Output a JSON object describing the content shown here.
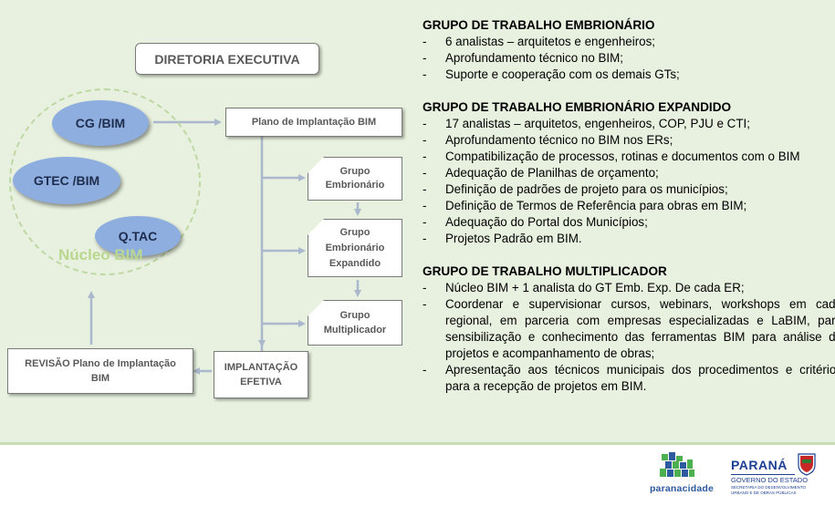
{
  "diagram": {
    "diretoria": "DIRETORIA EXECUTIVA",
    "nucleo": {
      "label": "Núcleo BIM",
      "members": [
        "CG /BIM",
        "GTEC /BIM",
        "Q.TAC"
      ]
    },
    "plano": "Plano de Implantação BIM",
    "grupo_embrionario": "Grupo Embrionário",
    "grupo_expandido": "Grupo Embrionário Expandido",
    "grupo_multiplicador": "Grupo Multiplicador",
    "revisao": "REVISÃO Plano de Implantação BIM",
    "implantacao": "IMPLANTAÇÃO EFETIVA"
  },
  "sections": [
    {
      "title": "GRUPO DE TRABALHO EMBRIONÁRIO",
      "items": [
        "6 analistas – arquitetos e engenheiros;",
        "Aprofundamento técnico no BIM;",
        "Suporte e cooperação com os demais GTs;"
      ]
    },
    {
      "title": "GRUPO DE TRABALHO EMBRIONÁRIO EXPANDIDO",
      "items": [
        "17 analistas – arquitetos, engenheiros, COP, PJU e CTI;",
        "Aprofundamento técnico no BIM nos ERs;",
        "Compatibilização de processos, rotinas e documentos com o BIM",
        "Adequação de Planilhas de orçamento;",
        "Definição de padrões de projeto para os municípios;",
        "Definição de Termos de Referência para obras em BIM;",
        "Adequação do Portal dos Municípios;",
        "Projetos Padrão em BIM."
      ]
    },
    {
      "title": "GRUPO DE TRABALHO MULTIPLICADOR",
      "items": [
        "Núcleo BIM + 1 analista do GT Emb. Exp. De cada ER;",
        "Coordenar e supervisionar cursos, webinars, workshops em cada regional, em parceria com empresas especializadas e LaBIM, para sensibilização e conhecimento das ferramentas BIM para análise de projetos e acompanhamento de obras;",
        "Apresentação aos técnicos municipais dos procedimentos e critérios para a recepção de projetos em BIM."
      ]
    }
  ],
  "footer": {
    "paranacidade": "paranacidade",
    "parana": "PARANÁ",
    "governo": "GOVERNO DO ESTADO",
    "secretaria_1": "SECRETARIA DO DESENVOLVIMENTO",
    "secretaria_2": "URBANO E DE OBRAS PÚBLICAS"
  },
  "colors": {
    "background": "#e8f1df",
    "oval": "#8eaee0",
    "nucleo_green": "#b9d78f",
    "arrow": "#a9b8cc",
    "paranacidade_blue": "#2e5aa0",
    "paranacidade_green": "#4caf50",
    "parana_blue": "#1c3f94"
  }
}
